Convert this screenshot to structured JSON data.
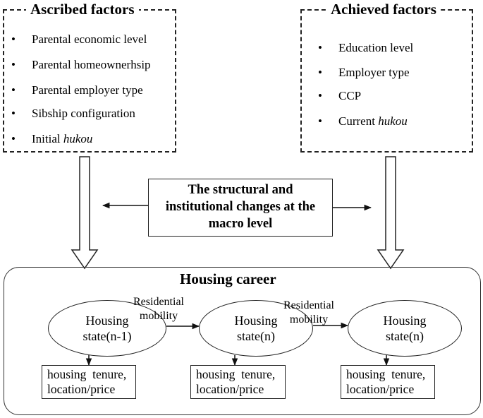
{
  "ascribed": {
    "title": "Ascribed factors",
    "items": [
      {
        "text": "Parental economic level",
        "italic": ""
      },
      {
        "text": "Parental homeownerhsip",
        "italic": ""
      },
      {
        "text": "Parental employer type",
        "italic": ""
      },
      {
        "text": "Sibship configuration",
        "italic": ""
      },
      {
        "text": "Initial ",
        "italic": "hukou"
      }
    ]
  },
  "achieved": {
    "title": "Achieved factors",
    "items": [
      {
        "text": "Education level",
        "italic": ""
      },
      {
        "text": "Employer type",
        "italic": ""
      },
      {
        "text": "CCP",
        "italic": ""
      },
      {
        "text": "Current ",
        "italic": "hukou"
      }
    ]
  },
  "bullet": "•",
  "macro": {
    "lines": [
      "The structural and",
      "institutional changes at the",
      "macro level"
    ]
  },
  "career": {
    "title": "Housing career",
    "states": [
      {
        "line1": "Housing",
        "line2": "state(n-1)"
      },
      {
        "line1": "Housing",
        "line2": "state(n)"
      },
      {
        "line1": "Housing",
        "line2": "state(n)"
      }
    ],
    "attributes": [
      {
        "line1": "housing  tenure,",
        "line2": "location/price"
      },
      {
        "line1": "housing  tenure,",
        "line2": "location/price"
      },
      {
        "line1": "housing  tenure,",
        "line2": "location/price"
      }
    ],
    "mobility": [
      {
        "line1": "Residential",
        "line2": "mobility"
      },
      {
        "line1": "Residential",
        "line2": "mobility"
      }
    ]
  }
}
